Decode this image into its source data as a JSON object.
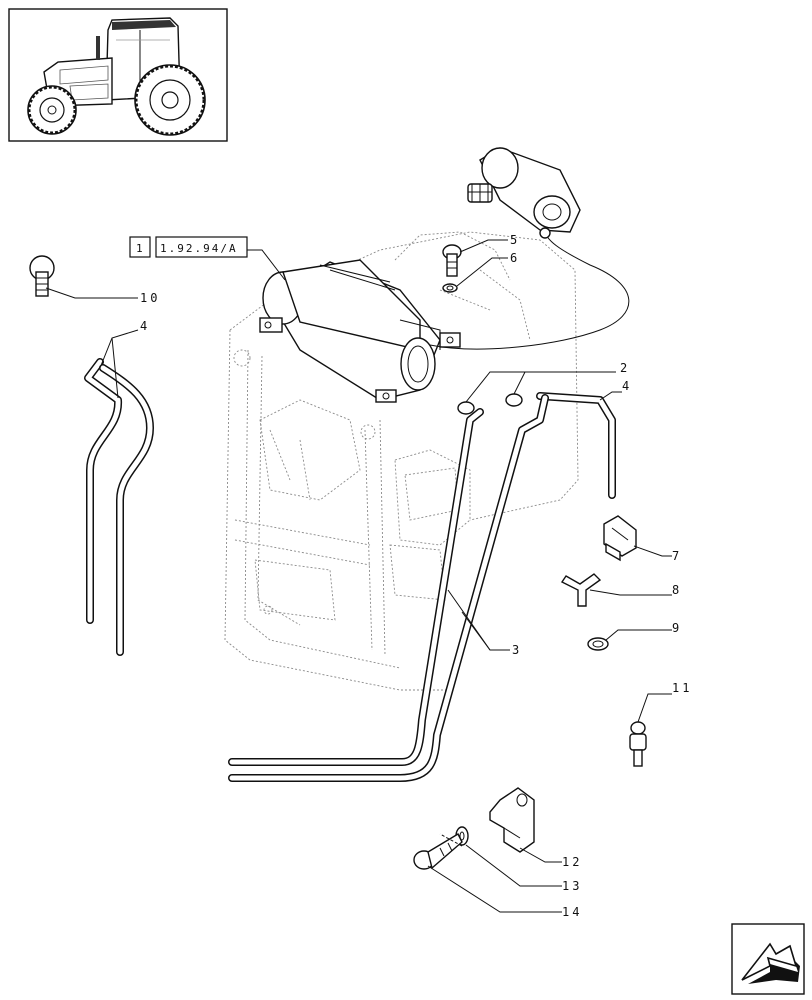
{
  "reference_box": {
    "index": "1",
    "code": "1.92.94/A"
  },
  "callouts": [
    {
      "id": "2",
      "text": "2"
    },
    {
      "id": "3",
      "text": "3"
    },
    {
      "id": "4a",
      "text": "4"
    },
    {
      "id": "4b",
      "text": "4"
    },
    {
      "id": "5",
      "text": "5"
    },
    {
      "id": "6",
      "text": "6"
    },
    {
      "id": "7",
      "text": "7"
    },
    {
      "id": "8",
      "text": "8"
    },
    {
      "id": "9",
      "text": "9"
    },
    {
      "id": "10",
      "text": "10"
    },
    {
      "id": "11",
      "text": "11"
    },
    {
      "id": "12",
      "text": "12"
    },
    {
      "id": "13",
      "text": "13"
    },
    {
      "id": "14",
      "text": "14"
    }
  ],
  "icons": {
    "thumbnail": "tractor-icon",
    "navigation": "arrow-icon"
  }
}
